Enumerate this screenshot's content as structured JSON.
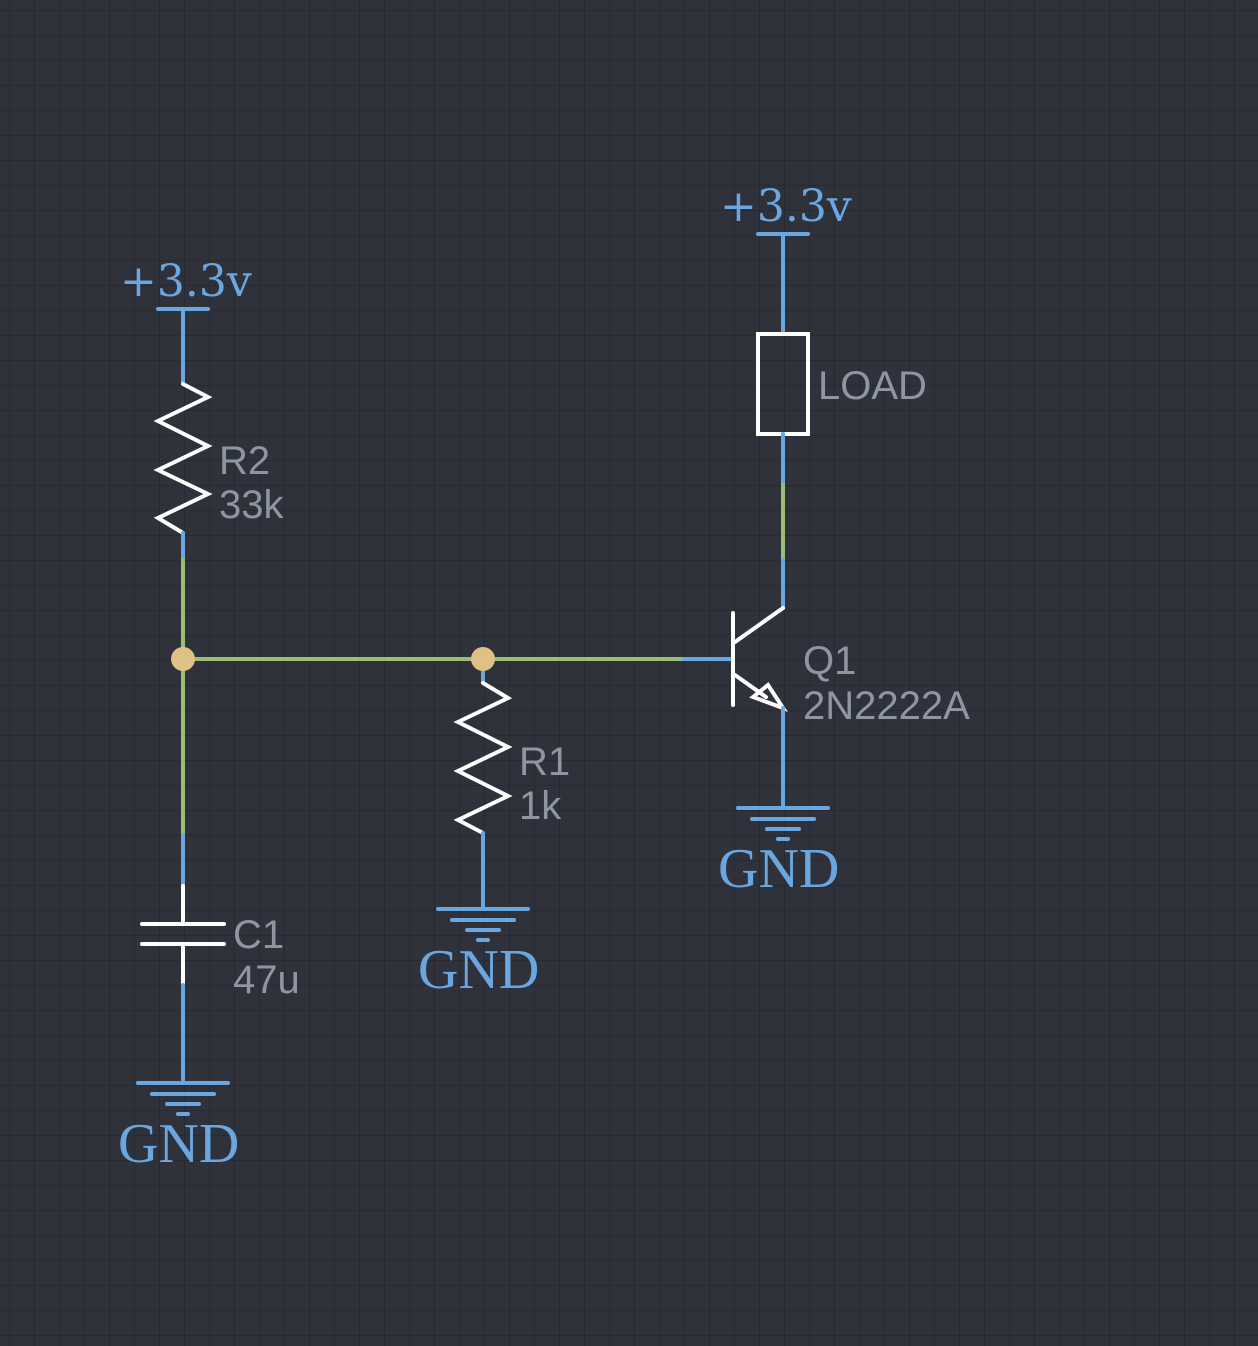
{
  "schematic": {
    "power_symbols": [
      {
        "id": "vcc-left",
        "label": "+3.3v"
      },
      {
        "id": "vcc-right",
        "label": "+3.3v"
      }
    ],
    "ground_symbols": [
      {
        "id": "gnd-c1",
        "label": "GND"
      },
      {
        "id": "gnd-r1",
        "label": "GND"
      },
      {
        "id": "gnd-q1",
        "label": "GND"
      }
    ],
    "components": {
      "r2": {
        "ref": "R2",
        "value": "33k"
      },
      "r1": {
        "ref": "R1",
        "value": "1k"
      },
      "c1": {
        "ref": "C1",
        "value": "47u"
      },
      "q1": {
        "ref": "Q1",
        "value": "2N2222A"
      },
      "load": {
        "ref": "LOAD"
      }
    },
    "colors": {
      "background": "#2f323b",
      "net_power": "#6aa7e0",
      "net_signal": "#9cbd78",
      "junction": "#dfc283",
      "part_body": "#ffffff",
      "label": "#8f96a3"
    }
  }
}
